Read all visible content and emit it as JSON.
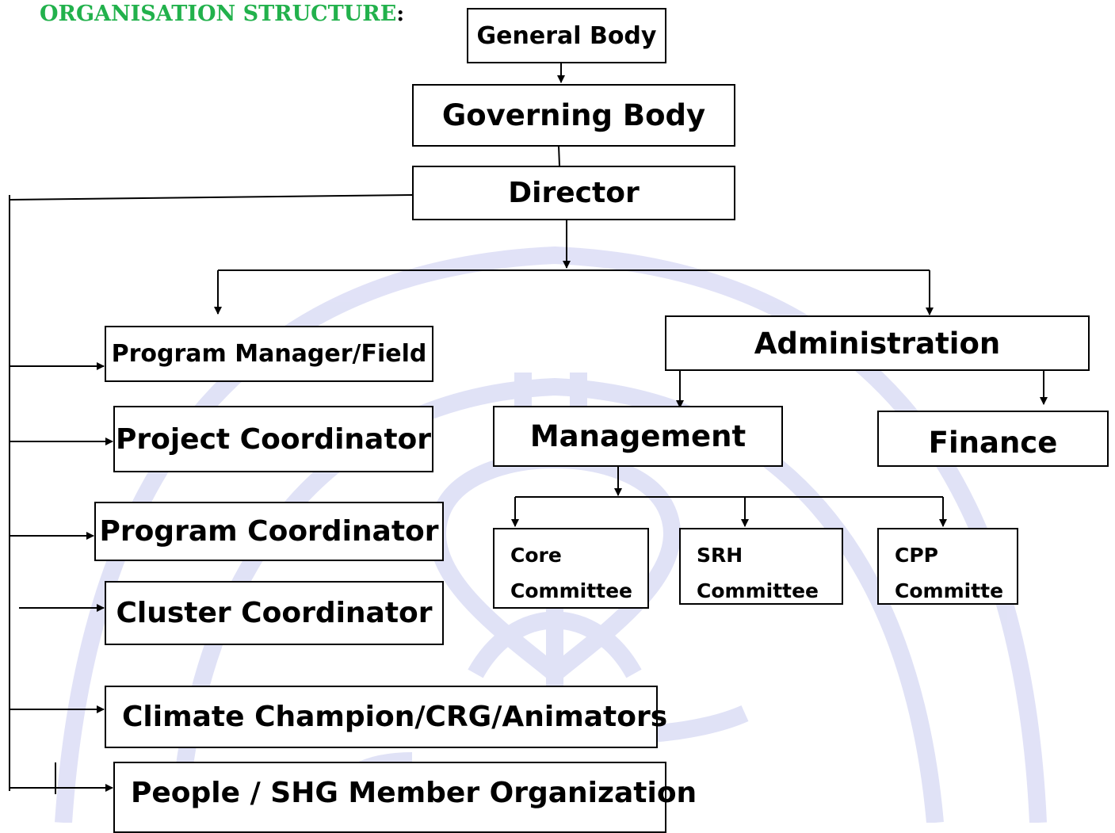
{
  "heading": {
    "text": "ORGANISATION STRUCTURE",
    "colon": ":"
  },
  "nodes": {
    "general_body": "General Body",
    "governing_body": "Governing Body",
    "director": "Director",
    "program_manager": "Program Manager/Field",
    "project_coordinator": "Project Coordinator",
    "program_coordinator": "Program Coordinator",
    "cluster_coordinator": "Cluster Coordinator",
    "climate_champion": "Climate Champion/CRG/Animators",
    "people_shg": "People / SHG Member Organization",
    "administration": "Administration",
    "management": "Management",
    "finance": "Finance",
    "core_committee": "Core Committee",
    "srh_committee": "SRH Committee",
    "cpp_committee": "CPP Committe"
  },
  "colors": {
    "heading": "#22b14c",
    "line": "#000000",
    "watermark": "#c8cbf0"
  }
}
